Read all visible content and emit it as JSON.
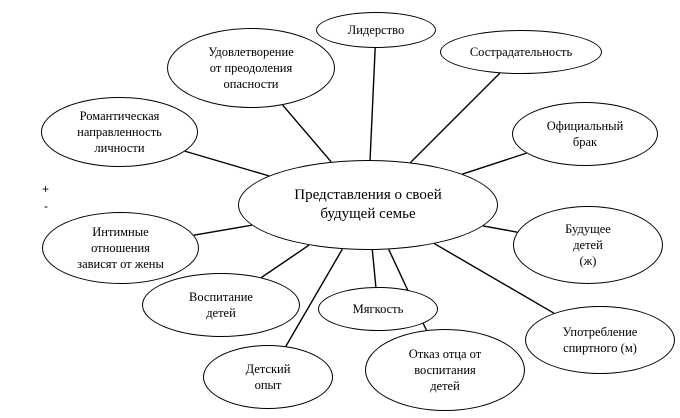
{
  "diagram": {
    "center": {
      "id": "center",
      "label": "Представления о своей\nбудущей семье"
    },
    "nodes": [
      {
        "id": "liderstvo",
        "label": "Лидерство"
      },
      {
        "id": "udovletvorenie",
        "label": "Удовлетворение\nот преодоления\nопасности"
      },
      {
        "id": "sostradatelnost",
        "label": "Сострадательность"
      },
      {
        "id": "romanticheskaya",
        "label": "Романтическая\nнаправленность\nличности"
      },
      {
        "id": "oficialny",
        "label": "Официальный\nбрак"
      },
      {
        "id": "intimnye",
        "label": "Интимные\nотношения\nзависят от жены"
      },
      {
        "id": "budushchee",
        "label": "Будущее\nдетей\n(ж)"
      },
      {
        "id": "vospitanie",
        "label": "Воспитание\nдетей"
      },
      {
        "id": "myagkost",
        "label": "Мягкость"
      },
      {
        "id": "upotreblenie",
        "label": "Употребление\nспиртного (м)"
      },
      {
        "id": "detsky",
        "label": "Детский\nопыт"
      },
      {
        "id": "otkaz",
        "label": "Отказ отца от\nвоспитания\nдетей"
      }
    ]
  },
  "legend": {
    "plus": "+",
    "minus": "-"
  }
}
